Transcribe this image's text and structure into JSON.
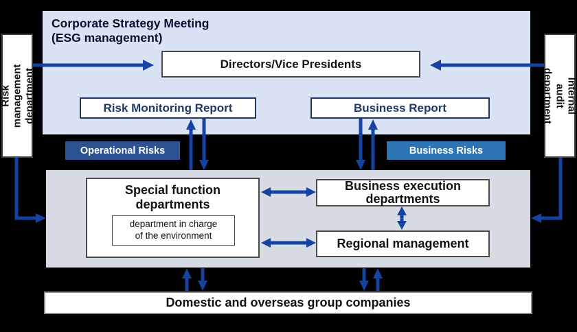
{
  "colors": {
    "background": "#000000",
    "top_panel": "#dae3f3",
    "lower_panel": "#d6dbe4",
    "arrow": "#1642a2",
    "operational_badge": "#2d5291",
    "business_badge": "#2e75b6",
    "report_text": "#1f3864",
    "title_text": "#0c0f2e"
  },
  "top_panel": {
    "title": "Corporate Strategy Meeting\n(ESG management)",
    "directors_box": "Directors/Vice Presidents",
    "risk_monitoring_report": "Risk Monitoring Report",
    "business_report": "Business Report"
  },
  "side_boxes": {
    "left": "Risk management\ndepartment",
    "right": "Internal audit\ndepartment"
  },
  "badges": {
    "operational": "Operational Risks",
    "business": "Business Risks"
  },
  "lower_panel": {
    "special_function": "Special function\ndepartments",
    "environment_dept": "department in charge\nof the environment",
    "business_execution": "Business execution\ndepartments",
    "regional_management": "Regional management"
  },
  "bottom_box": {
    "label": "Domestic and overseas group companies"
  }
}
